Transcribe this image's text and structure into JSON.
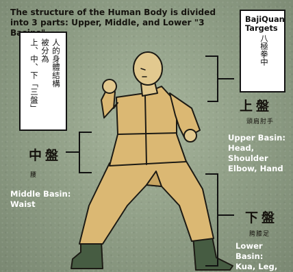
{
  "title": "The structure of the Human Body is divided into 3 parts: Upper, Middle, and Lower \"3 Basins\"",
  "left_box": {
    "columns": [
      "人的身體結構",
      "被分為",
      "上、中、下「三盤」"
    ]
  },
  "right_box": {
    "label": "BajiQuan Targets",
    "chinese": "八極拳中"
  },
  "upper": {
    "cn_title": "上盤",
    "cn_sub": "頭肩肘手",
    "en_title": "Upper Basin:",
    "en_lines": [
      "Head, Shoulder",
      "Elbow, Hand"
    ]
  },
  "middle": {
    "cn_title": "中盤",
    "cn_sub": "腰",
    "en_title": "Middle Basin:",
    "en_lines": [
      "Waist"
    ]
  },
  "lower": {
    "cn_title": "下盤",
    "cn_sub": "胯膝足",
    "en_title": "Lower Basin:",
    "en_lines": [
      "Kua, Leg, Foot"
    ]
  },
  "colors": {
    "background": "#8d9c84",
    "skin": "#e2c98f",
    "clothing": "#dbb873",
    "boots": "#465c42",
    "ink": "#111111"
  }
}
